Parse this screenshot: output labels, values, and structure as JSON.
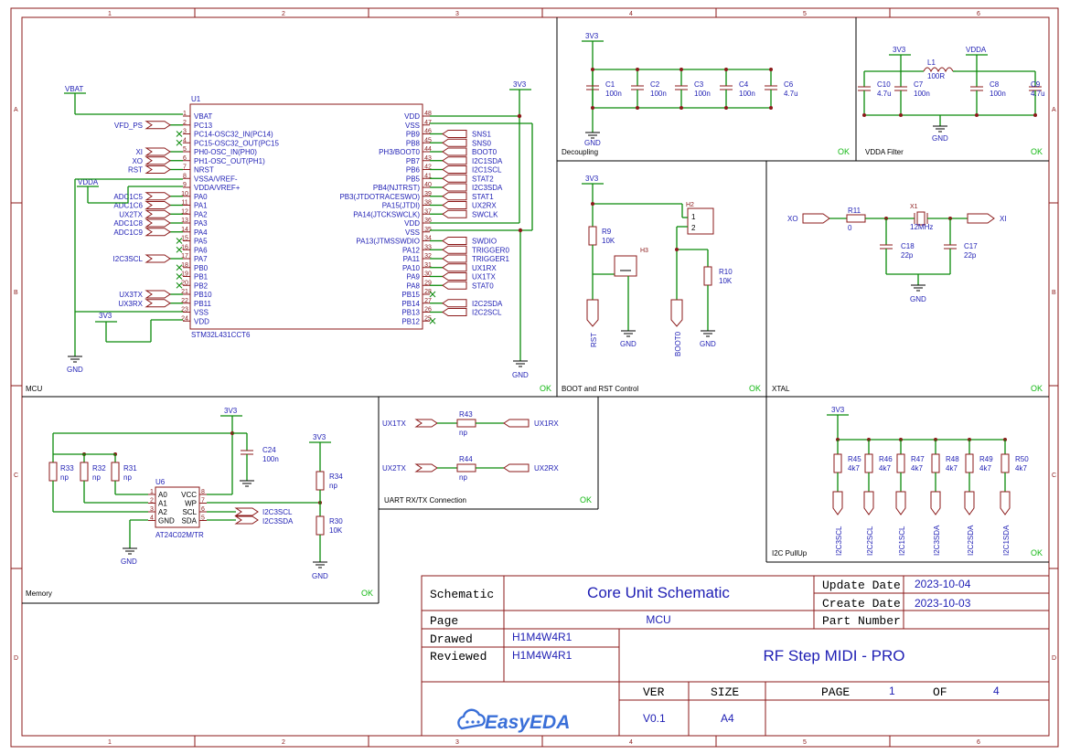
{
  "frame": {
    "columns": [
      "1",
      "2",
      "3",
      "4",
      "5",
      "6"
    ],
    "rows": [
      "A",
      "B",
      "C",
      "D"
    ]
  },
  "sections": {
    "mcu": {
      "name": "MCU",
      "status": "OK"
    },
    "decoupling": {
      "name": "Decoupling",
      "status": "OK"
    },
    "vdda": {
      "name": "VDDA Filter",
      "status": "OK"
    },
    "boot": {
      "name": "BOOT and RST Control",
      "status": "OK"
    },
    "xtal": {
      "name": "XTAL",
      "status": "OK"
    },
    "memory": {
      "name": "Memory",
      "status": "OK"
    },
    "uart": {
      "name": "UART RX/TX Connection",
      "status": "OK"
    },
    "i2c": {
      "name": "I2C PullUp",
      "status": "OK"
    }
  },
  "mcu": {
    "ref": "U1",
    "part": "STM32L431CCT6",
    "vbat": "VBAT",
    "v33": "3V3",
    "vdda": "VDDA",
    "gnd": "GND",
    "left_pins": [
      {
        "num": "1",
        "name": "VBAT",
        "net": ""
      },
      {
        "num": "2",
        "name": "PC13",
        "net": "VFD_PS"
      },
      {
        "num": "3",
        "name": "PC14-OSC32_IN(PC14)",
        "net": ""
      },
      {
        "num": "4",
        "name": "PC15-OSC32_OUT(PC15",
        "net": ""
      },
      {
        "num": "5",
        "name": "PH0-OSC_IN(PH0)",
        "net": "XI"
      },
      {
        "num": "6",
        "name": "PH1-OSC_OUT(PH1)",
        "net": "XO"
      },
      {
        "num": "7",
        "name": "NRST",
        "net": "RST"
      },
      {
        "num": "8",
        "name": "VSSA/VREF-",
        "net": ""
      },
      {
        "num": "9",
        "name": "VDDA/VREF+",
        "net": ""
      },
      {
        "num": "10",
        "name": "PA0",
        "net": "ADC1C5"
      },
      {
        "num": "11",
        "name": "PA1",
        "net": "ADC1C6"
      },
      {
        "num": "12",
        "name": "PA2",
        "net": "UX2TX"
      },
      {
        "num": "13",
        "name": "PA3",
        "net": "ADC1C8"
      },
      {
        "num": "14",
        "name": "PA4",
        "net": "ADC1C9"
      },
      {
        "num": "15",
        "name": "PA5",
        "net": ""
      },
      {
        "num": "16",
        "name": "PA6",
        "net": ""
      },
      {
        "num": "17",
        "name": "PA7",
        "net": "I2C3SCL"
      },
      {
        "num": "18",
        "name": "PB0",
        "net": ""
      },
      {
        "num": "19",
        "name": "PB1",
        "net": ""
      },
      {
        "num": "20",
        "name": "PB2",
        "net": ""
      },
      {
        "num": "21",
        "name": "PB10",
        "net": "UX3TX"
      },
      {
        "num": "22",
        "name": "PB11",
        "net": "UX3RX"
      },
      {
        "num": "23",
        "name": "VSS",
        "net": ""
      },
      {
        "num": "24",
        "name": "VDD",
        "net": ""
      }
    ],
    "right_pins": [
      {
        "num": "48",
        "name": "VDD",
        "net": ""
      },
      {
        "num": "47",
        "name": "VSS",
        "net": ""
      },
      {
        "num": "46",
        "name": "PB9",
        "net": "SNS1"
      },
      {
        "num": "45",
        "name": "PB8",
        "net": "SNS0"
      },
      {
        "num": "44",
        "name": "PH3/BOOT0",
        "net": "BOOT0"
      },
      {
        "num": "43",
        "name": "PB7",
        "net": "I2C1SDA"
      },
      {
        "num": "42",
        "name": "PB6",
        "net": "I2C1SCL"
      },
      {
        "num": "41",
        "name": "PB5",
        "net": "STAT2"
      },
      {
        "num": "40",
        "name": "PB4(NJTRST)",
        "net": "I2C3SDA"
      },
      {
        "num": "39",
        "name": "PB3(JTDOTRACESWO)",
        "net": "STAT1"
      },
      {
        "num": "38",
        "name": "PA15(JTDI)",
        "net": "UX2RX"
      },
      {
        "num": "37",
        "name": "PA14(JTCKSWCLK)",
        "net": "SWCLK"
      },
      {
        "num": "36",
        "name": "VDD",
        "net": ""
      },
      {
        "num": "35",
        "name": "VSS",
        "net": ""
      },
      {
        "num": "34",
        "name": "PA13(JTMSSWDIO",
        "net": "SWDIO"
      },
      {
        "num": "33",
        "name": "PA12",
        "net": "TRIGGER0"
      },
      {
        "num": "32",
        "name": "PA11",
        "net": "TRIGGER1"
      },
      {
        "num": "31",
        "name": "PA10",
        "net": "UX1RX"
      },
      {
        "num": "30",
        "name": "PA9",
        "net": "UX1TX"
      },
      {
        "num": "29",
        "name": "PA8",
        "net": "STAT0"
      },
      {
        "num": "28",
        "name": "PB15",
        "net": ""
      },
      {
        "num": "27",
        "name": "PB14",
        "net": "I2C2SDA"
      },
      {
        "num": "26",
        "name": "PB13",
        "net": "I2C2SCL"
      },
      {
        "num": "25",
        "name": "PB12",
        "net": ""
      }
    ]
  },
  "decoupling": {
    "supply": "3V3",
    "gnd": "GND",
    "caps": [
      {
        "ref": "C1",
        "val": "100n"
      },
      {
        "ref": "C2",
        "val": "100n"
      },
      {
        "ref": "C3",
        "val": "100n"
      },
      {
        "ref": "C4",
        "val": "100n"
      },
      {
        "ref": "C6",
        "val": "4.7u"
      }
    ]
  },
  "vdda": {
    "supply": "3V3",
    "out": "VDDA",
    "gnd": "GND",
    "inductor": {
      "ref": "L1",
      "val": "100R"
    },
    "caps": [
      {
        "ref": "C10",
        "val": "4.7u"
      },
      {
        "ref": "C7",
        "val": "100n"
      },
      {
        "ref": "C8",
        "val": "100n"
      },
      {
        "ref": "C9",
        "val": "4.7u"
      }
    ]
  },
  "boot": {
    "supply": "3V3",
    "gnd": "GND",
    "rst": "RST",
    "boot0": "BOOT0",
    "r9": {
      "ref": "R9",
      "val": "10K"
    },
    "r10": {
      "ref": "R10",
      "val": "10K"
    },
    "h2": "H2",
    "h3": "H3",
    "pin1": "1",
    "pin2": "2"
  },
  "xtal": {
    "xo": "XO",
    "xi": "XI",
    "r11": {
      "ref": "R11",
      "val": "0"
    },
    "x1": {
      "ref": "X1",
      "val": "12MHz"
    },
    "c18": {
      "ref": "C18",
      "val": "22p"
    },
    "c17": {
      "ref": "C17",
      "val": "22p"
    },
    "gnd": "GND"
  },
  "memory": {
    "supply": "3V3",
    "gnd": "GND",
    "u6": {
      "ref": "U6",
      "part": "AT24C02M/TR"
    },
    "pins_left": [
      {
        "num": "1",
        "name": "A0"
      },
      {
        "num": "2",
        "name": "A1"
      },
      {
        "num": "3",
        "name": "A2"
      },
      {
        "num": "4",
        "name": "GND"
      }
    ],
    "pins_right": [
      {
        "num": "8",
        "name": "VCC"
      },
      {
        "num": "7",
        "name": "WP"
      },
      {
        "num": "6",
        "name": "SCL"
      },
      {
        "num": "5",
        "name": "SDA"
      }
    ],
    "r33": {
      "ref": "R33",
      "val": "np"
    },
    "r32": {
      "ref": "R32",
      "val": "np"
    },
    "r31": {
      "ref": "R31",
      "val": "np"
    },
    "r34": {
      "ref": "R34",
      "val": "np"
    },
    "r30": {
      "ref": "R30",
      "val": "10K"
    },
    "c24": {
      "ref": "C24",
      "val": "100n"
    },
    "scl": "I2C3SCL",
    "sda": "I2C3SDA"
  },
  "uart": {
    "rows": [
      {
        "left": "UX1TX",
        "ref": "R43",
        "val": "np",
        "right": "UX1RX"
      },
      {
        "left": "UX2TX",
        "ref": "R44",
        "val": "np",
        "right": "UX2RX"
      }
    ]
  },
  "i2c": {
    "supply": "3V3",
    "resistors": [
      {
        "ref": "R45",
        "val": "4k7",
        "net": "I2C3SCL"
      },
      {
        "ref": "R46",
        "val": "4k7",
        "net": "I2C2SCL"
      },
      {
        "ref": "R47",
        "val": "4k7",
        "net": "I2C1SCL"
      },
      {
        "ref": "R48",
        "val": "4k7",
        "net": "I2C3SDA"
      },
      {
        "ref": "R49",
        "val": "4k7",
        "net": "I2C2SDA"
      },
      {
        "ref": "R50",
        "val": "4k7",
        "net": "I2C1SDA"
      }
    ]
  },
  "titleblock": {
    "schematic_label": "Schematic",
    "schematic_value": "Core Unit Schematic",
    "update_label": "Update Date",
    "update_value": "2023-10-04",
    "create_label": "Create Date",
    "create_value": "2023-10-03",
    "page_label": "Page",
    "page_value": "MCU",
    "part_label": "Part Number",
    "part_value": "",
    "drawed_label": "Drawed",
    "drawed_value": "H1M4W4R1",
    "reviewed_label": "Reviewed",
    "reviewed_value": "H1M4W4R1",
    "project": "RF Step MIDI - PRO",
    "ver_label": "VER",
    "ver_value": "V0.1",
    "size_label": "SIZE",
    "size_value": "A4",
    "page_num_label": "PAGE",
    "page_num": "1",
    "of_label": "OF",
    "page_total": "4",
    "logo": "EasyEDA"
  },
  "colors": {
    "frame": "#8B1A1A",
    "wire": "#0A8A0A",
    "text": "#1E1EB4",
    "net": "#8B1A1A",
    "ok": "#14B814",
    "pin": "#8B1A1A",
    "logo": "#3A6FD8"
  }
}
